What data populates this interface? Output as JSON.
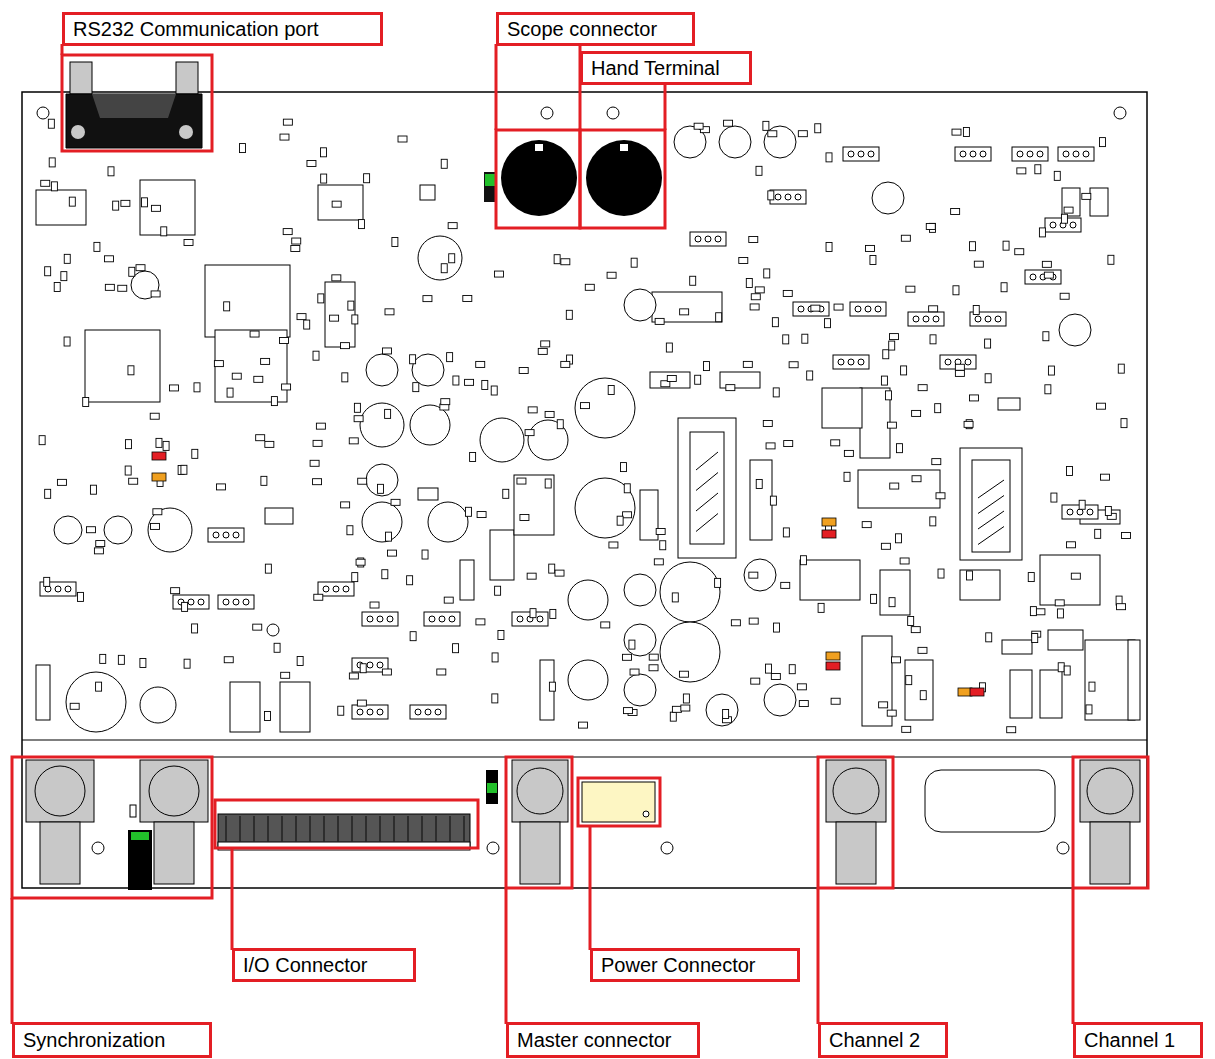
{
  "diagram": {
    "nodes": [
      {
        "text": [
          "RS232 Communication port"
        ]
      },
      {
        "text": [
          "Scope connector"
        ]
      },
      {
        "text": [
          "Hand Terminal"
        ]
      },
      {
        "text": [
          "I/O Connector"
        ]
      },
      {
        "text": [
          "Power Connector"
        ]
      },
      {
        "text": [
          "Synchronization"
        ]
      },
      {
        "text": [
          "Master connector"
        ]
      },
      {
        "text": [
          "Channel 2"
        ]
      },
      {
        "text": [
          "Channel 1"
        ]
      }
    ]
  }
}
